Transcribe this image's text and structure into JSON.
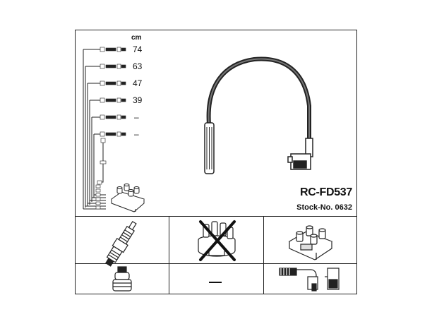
{
  "unit_label": "cm",
  "lengths": [
    "74",
    "63",
    "47",
    "39",
    "–",
    "–"
  ],
  "product": {
    "model": "RC-FD537",
    "stock_number": "Stock-No. 0632"
  },
  "bottom_rows": {
    "separator_text": "—"
  },
  "icons": {
    "spark_plug": "spark-plug-icon",
    "spark_plug_boot": "spark-plug-boot-icon",
    "distributor_cap": "distributor-cap-crossed-icon",
    "ignition_coil": "ignition-coil-icon",
    "coil_connector": "coil-connector-icon"
  },
  "colors": {
    "line": "#222222",
    "fill_light": "#e6e6e6",
    "cross": "#111111"
  }
}
